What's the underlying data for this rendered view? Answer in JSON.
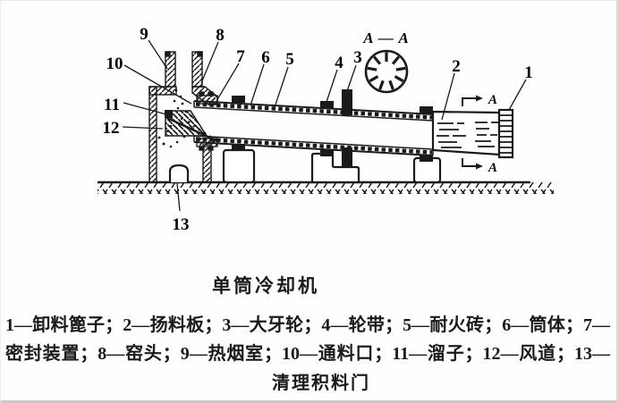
{
  "figure": {
    "section_view_label": "A — A",
    "section_marker": "A",
    "callouts": [
      "1",
      "2",
      "3",
      "4",
      "5",
      "6",
      "7",
      "8",
      "9",
      "10",
      "11",
      "12",
      "13"
    ]
  },
  "caption": {
    "title": "单筒冷却机",
    "legend_lines": [
      "1—卸料篦子；2—扬料板；3—大牙轮；4—轮带；5—耐火砖；6—筒体；7—",
      "密封装置；8—窑头；9—热烟室；10—通料口；11—溜子；12—风道；13—",
      "清理积料门"
    ]
  },
  "parts": [
    {
      "num": "1",
      "name": "卸料篦子"
    },
    {
      "num": "2",
      "name": "扬料板"
    },
    {
      "num": "3",
      "name": "大牙轮"
    },
    {
      "num": "4",
      "name": "轮带"
    },
    {
      "num": "5",
      "name": "耐火砖"
    },
    {
      "num": "6",
      "name": "筒体"
    },
    {
      "num": "7",
      "name": "密封装置"
    },
    {
      "num": "8",
      "name": "窑头"
    },
    {
      "num": "9",
      "name": "热烟室"
    },
    {
      "num": "10",
      "name": "通料口"
    },
    {
      "num": "11",
      "name": "溜子"
    },
    {
      "num": "12",
      "name": "风道"
    },
    {
      "num": "13",
      "name": "清理积料门"
    }
  ],
  "colors": {
    "ink": "#1a1a1a",
    "paper": "#ffffff"
  }
}
